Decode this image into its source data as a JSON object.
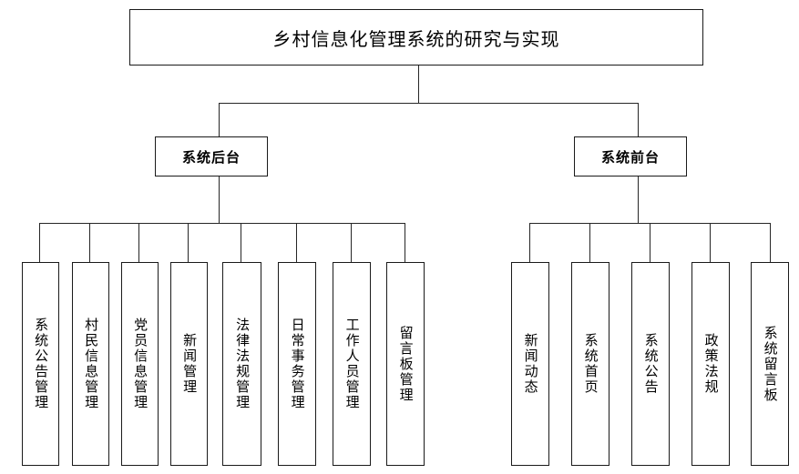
{
  "diagram": {
    "type": "tree-hierarchy",
    "title": "乡村信息化管理系统的研究与实现",
    "line_color": "#262626",
    "box_border_color": "#1a1a1a",
    "background": "#ffffff",
    "root": {
      "label": "乡村信息化管理系统的研究与实现"
    },
    "branches": [
      {
        "label": "系统后台",
        "children": [
          {
            "label": "系统公告管理"
          },
          {
            "label": "村民信息管理"
          },
          {
            "label": "党员信息管理"
          },
          {
            "label": "新闻管理"
          },
          {
            "label": "法律法规管理"
          },
          {
            "label": "日常事务管理"
          },
          {
            "label": "工作人员管理"
          },
          {
            "label": "留言板管理"
          }
        ]
      },
      {
        "label": "系统前台",
        "children": [
          {
            "label": "新闻动态"
          },
          {
            "label": "系统首页"
          },
          {
            "label": "系统公告"
          },
          {
            "label": "政策法规"
          },
          {
            "label": "系统留言板"
          }
        ]
      }
    ]
  }
}
